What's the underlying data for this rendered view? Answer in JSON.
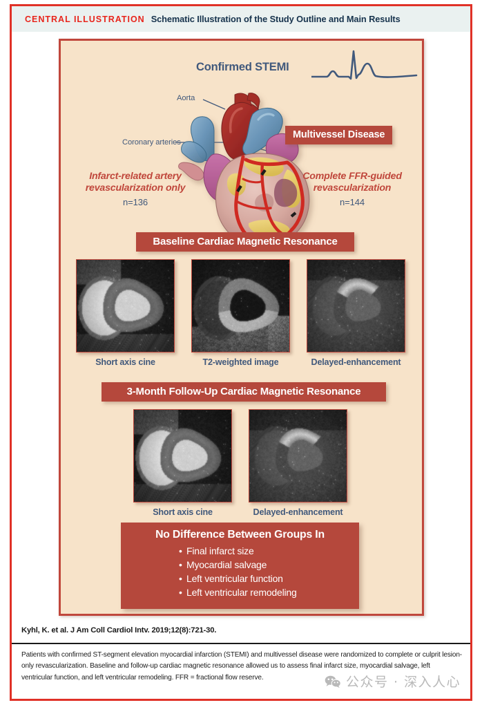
{
  "header": {
    "label": "CENTRAL ILLUSTRATION",
    "title": "Schematic Illustration of the Study Outline and Main Results",
    "label_color": "#e8251c",
    "title_color": "#17334d",
    "band_color": "#eaf1f0"
  },
  "illustration": {
    "background": "#f7e3c9",
    "border_color": "#c0473c",
    "diagnosis_label": "Confirmed STEMI",
    "ecg_name": "stemi-ecg-waveform",
    "anatomy_callouts": [
      {
        "label": "Aorta"
      },
      {
        "label": "Coronary arteries"
      }
    ],
    "badge": {
      "label": "Multivessel Disease",
      "color": "#b5483c"
    },
    "arms": [
      {
        "title": "Infarct-related artery revascularization only",
        "title_line1": "Infarct-related artery",
        "title_line2": "revascularization only",
        "n": "n=136"
      },
      {
        "title": "Complete FFR-guided revascularization",
        "title_line1": "Complete FFR-guided",
        "title_line2": "revascularization",
        "n": "n=144"
      }
    ],
    "sections": [
      {
        "banner": "Baseline Cardiac Magnetic Resonance",
        "images": [
          {
            "caption": "Short axis cine",
            "kind": "cine"
          },
          {
            "caption": "T2-weighted image",
            "kind": "t2"
          },
          {
            "caption": "Delayed-enhancement",
            "kind": "lge"
          }
        ]
      },
      {
        "banner": "3-Month Follow-Up Cardiac Magnetic Resonance",
        "images": [
          {
            "caption": "Short axis cine",
            "kind": "cine"
          },
          {
            "caption": "Delayed-enhancement",
            "kind": "lge"
          }
        ]
      }
    ],
    "conclusion": {
      "title": "No Difference Between Groups In",
      "items": [
        "Final infarct size",
        "Myocardial salvage",
        "Left ventricular function",
        "Left ventricular remodeling"
      ],
      "color": "#b5483c"
    }
  },
  "citation": "Kyhl, K. et al. J Am Coll Cardiol Intv. 2019;12(8):721-30.",
  "footnote": "Patients with confirmed ST-segment elevation myocardial infarction (STEMI) and multivessel disease were randomized to complete or culprit lesion-only revascularization. Baseline and follow-up cardiac magnetic resonance allowed us to assess final infarct size, myocardial salvage, left ventricular function, and left ventricular remodeling. FFR = fractional flow reserve.",
  "watermark": {
    "text": "公众号 · 深入人心",
    "icon": "wechat-icon"
  }
}
